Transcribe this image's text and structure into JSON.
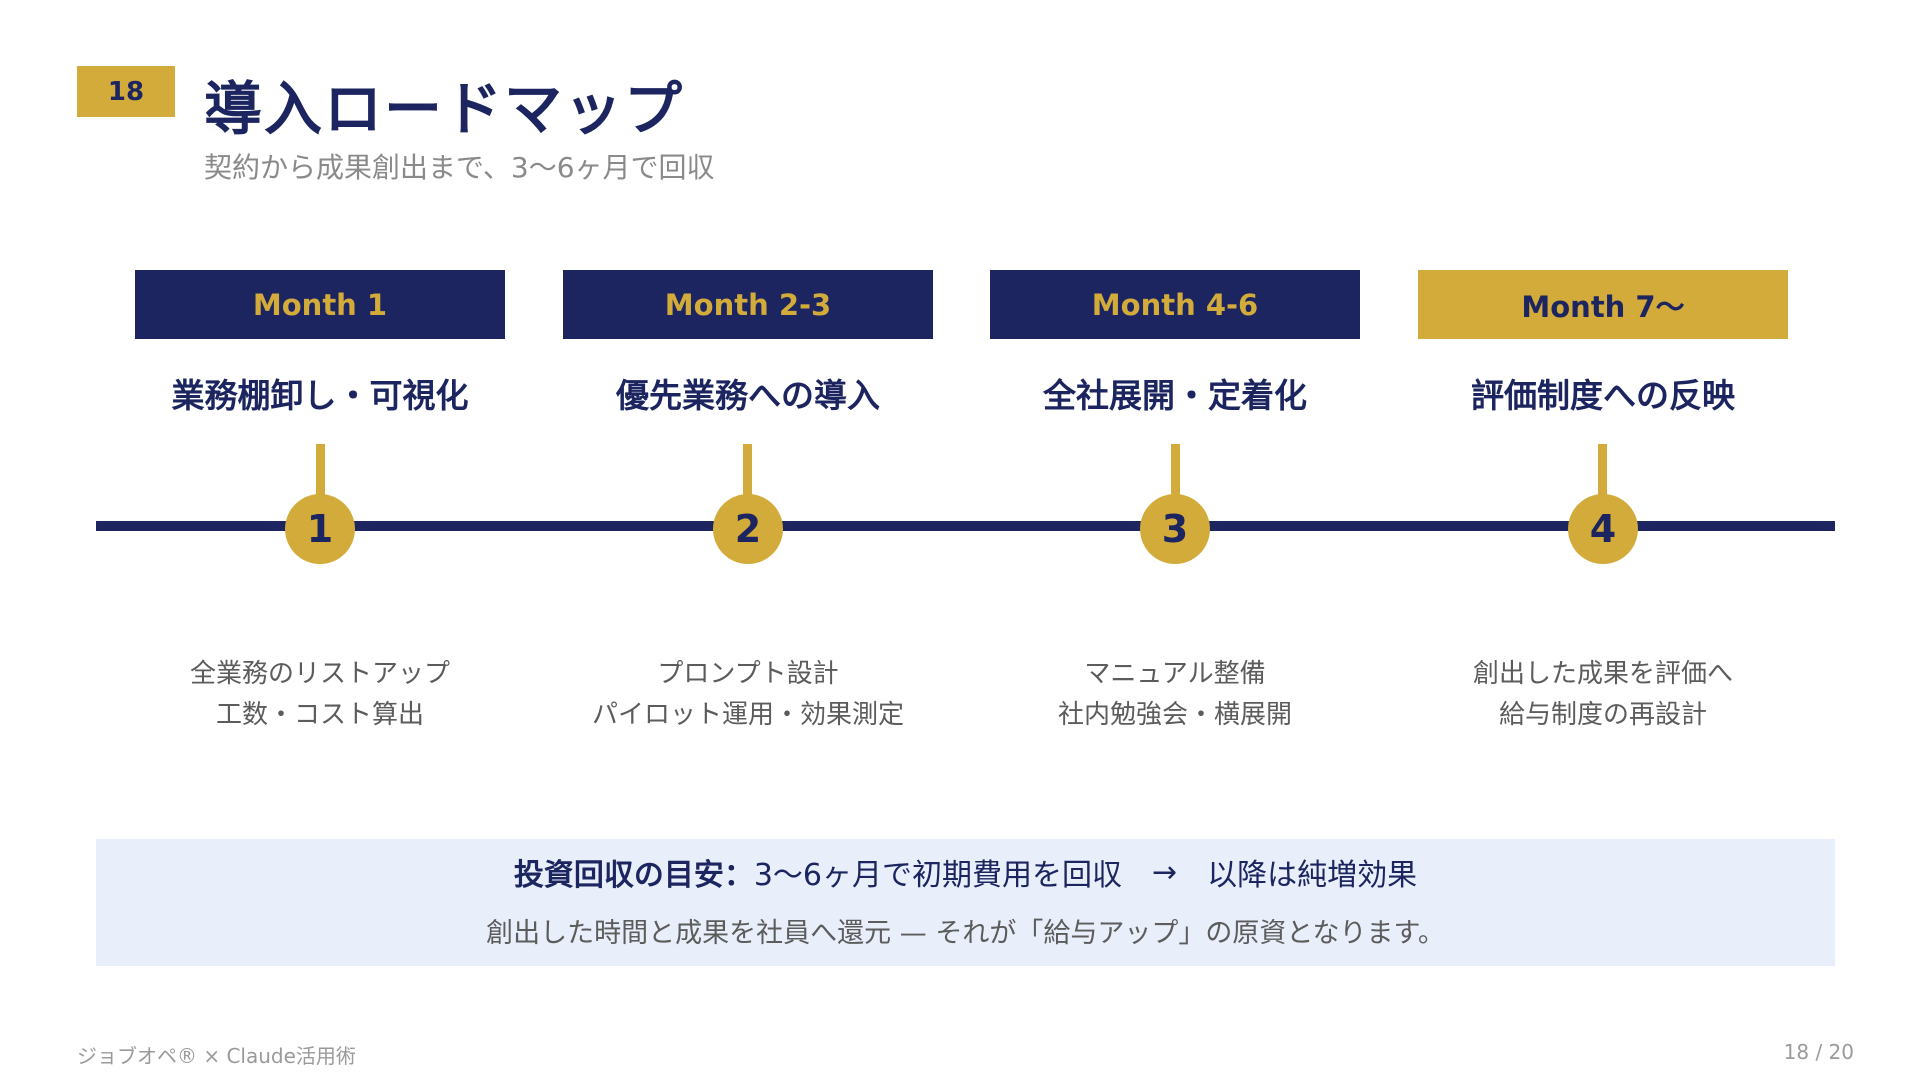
{
  "slide": {
    "number": "18",
    "title": "導入ロードマップ",
    "subtitle": "契約から成果創出まで、3〜6ヶ月で回収"
  },
  "phases": [
    {
      "label": "Month 1",
      "title": "業務棚卸し・可視化",
      "step": "1",
      "desc": [
        "全業務のリストアップ",
        "工数・コスト算出"
      ]
    },
    {
      "label": "Month 2-3",
      "title": "優先業務への導入",
      "step": "2",
      "desc": [
        "プロンプト設計",
        "パイロット運用・効果測定"
      ]
    },
    {
      "label": "Month 4-6",
      "title": "全社展開・定着化",
      "step": "3",
      "desc": [
        "マニュアル整備",
        "社内勉強会・横展開"
      ]
    },
    {
      "label": "Month 7〜",
      "title": "評価制度への反映",
      "step": "4",
      "desc": [
        "創出した成果を評価へ",
        "給与制度の再設計"
      ]
    }
  ],
  "roi": {
    "label": "投資回収の目安：",
    "text": "3〜6ヶ月で初期費用を回収",
    "arrow": "→",
    "result": "以降は純増効果",
    "note": "創出した時間と成果を社員へ還元 — それが「給与アップ」の原資となります。"
  },
  "footer": {
    "brand": "ジョブオペ® × Claude活用術",
    "page": "18 / 20"
  },
  "colors": {
    "navy": "#1c2560",
    "gold": "#d2ab3a",
    "roi_background": "#e8effa",
    "muted_text": "#8a8a8a"
  }
}
